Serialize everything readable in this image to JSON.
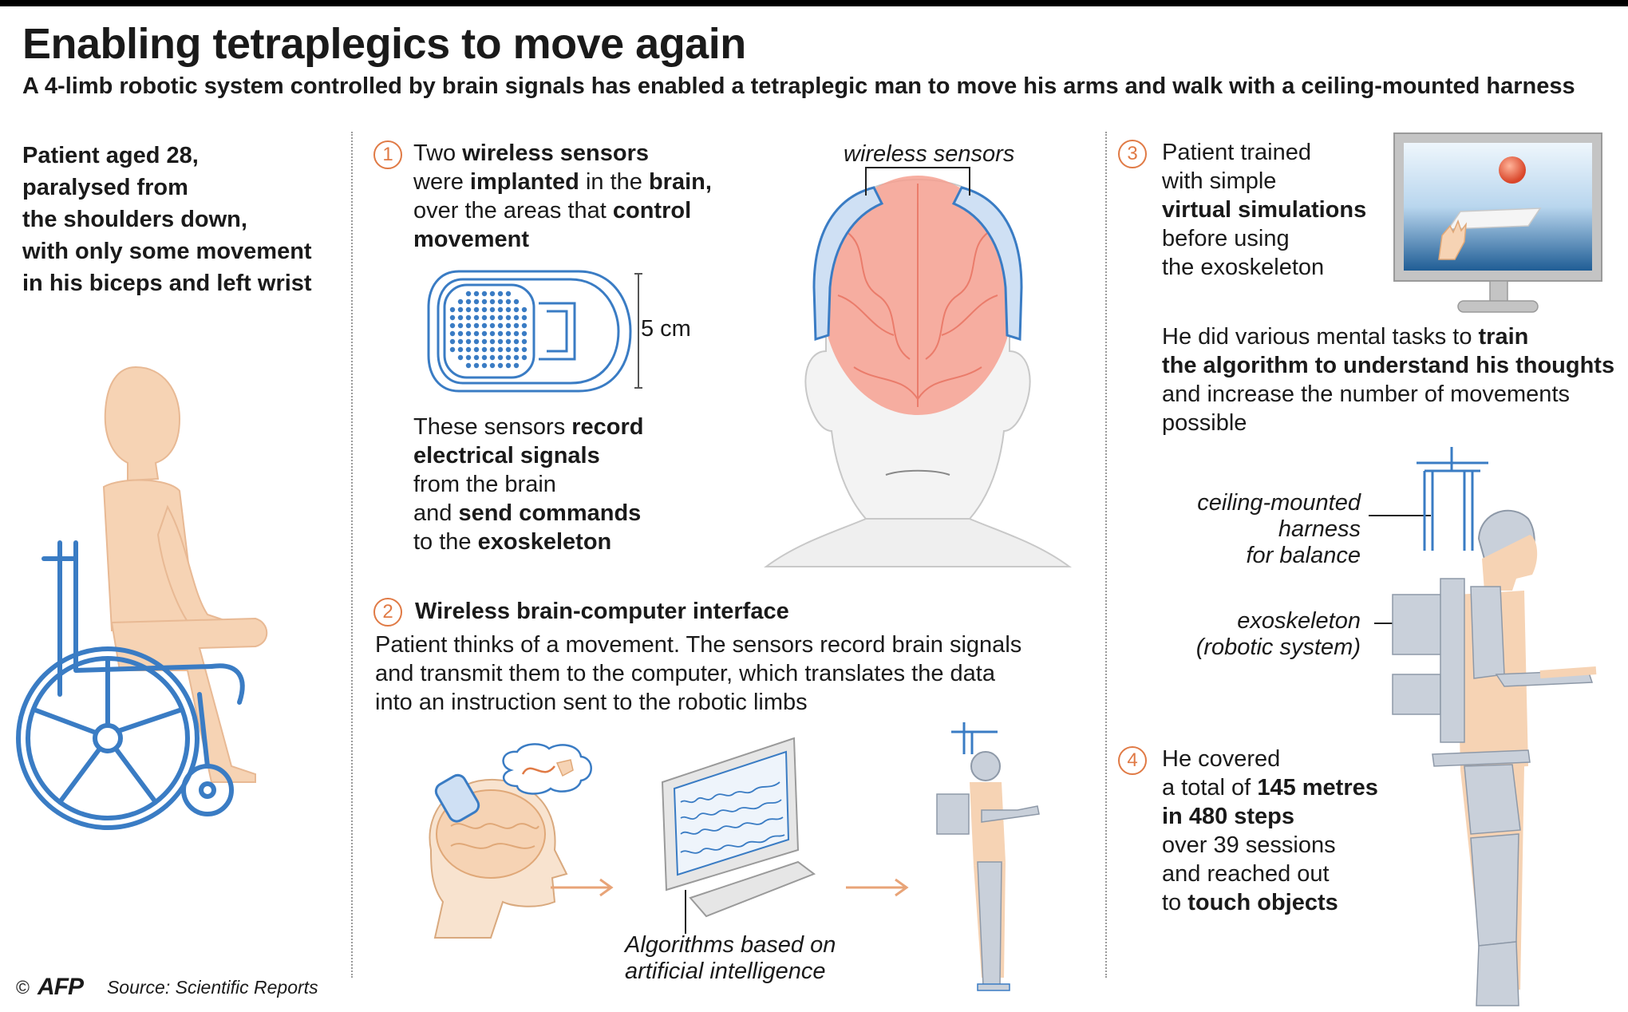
{
  "header": {
    "title": "Enabling tetraplegics to move again",
    "subtitle": "A 4-limb robotic system controlled by brain signals has enabled a tetraplegic man to move his arms and walk with a ceiling-mounted harness"
  },
  "patient": {
    "lines": [
      "Patient aged 28,",
      "paralysed from",
      "the shoulders down,",
      "with only some movement",
      "in his biceps and left wrist"
    ]
  },
  "step1": {
    "number": "1",
    "text": {
      "l1a": "Two ",
      "l1b": "wireless sensors",
      "l2a": "were ",
      "l2b": "implanted",
      "l2c": " in the ",
      "l2d": "brain,",
      "l3a": "over the areas that ",
      "l3b": "control",
      "l4": "movement"
    },
    "sensor_size": "5 cm",
    "desc": {
      "l1a": "These sensors ",
      "l1b": "record",
      "l2": "electrical signals",
      "l3": "from the brain",
      "l4a": "and ",
      "l4b": "send commands",
      "l5a": "to the ",
      "l5b": "exoskeleton"
    },
    "brain_label": "wireless sensors"
  },
  "step2": {
    "number": "2",
    "title": "Wireless brain-computer interface",
    "lines": [
      "Patient thinks of a movement. The sensors record brain signals",
      "and transmit them to the computer, which translates the data",
      "into an instruction sent to the robotic limbs"
    ],
    "algo_label_1": "Algorithms based on",
    "algo_label_2": "artificial intelligence"
  },
  "step3": {
    "number": "3",
    "text": {
      "l1": "Patient trained",
      "l2": "with simple",
      "l3": "virtual simulations",
      "l4": "before using",
      "l5": "the exoskeleton"
    },
    "tasks": {
      "l1a": "He did various mental tasks to ",
      "l1b": "train",
      "l2": "the algorithm to understand his thoughts",
      "l3": "and increase the number of movements",
      "l4": "possible"
    },
    "harness_label": [
      "ceiling-mounted",
      "harness",
      "for balance"
    ],
    "exo_label": "exoskeleton",
    "exo_sub": "(robotic system)"
  },
  "step4": {
    "number": "4",
    "text": {
      "l1": "He covered",
      "l2a": "a total of ",
      "l2b": "145 metres",
      "l3": "in 480 steps",
      "l4": "over 39 sessions",
      "l5": "and reached out",
      "l6a": "to ",
      "l6b": "touch objects"
    }
  },
  "footer": {
    "copyright": "©",
    "agency": "AFP",
    "source": "Source: Scientific Reports"
  },
  "colors": {
    "accent_orange": "#e07a45",
    "sensor_blue": "#3a7cc4",
    "skin": "#f6d3b4",
    "exo_gray": "#c9d0da",
    "brain_red": "#f08a7a"
  }
}
